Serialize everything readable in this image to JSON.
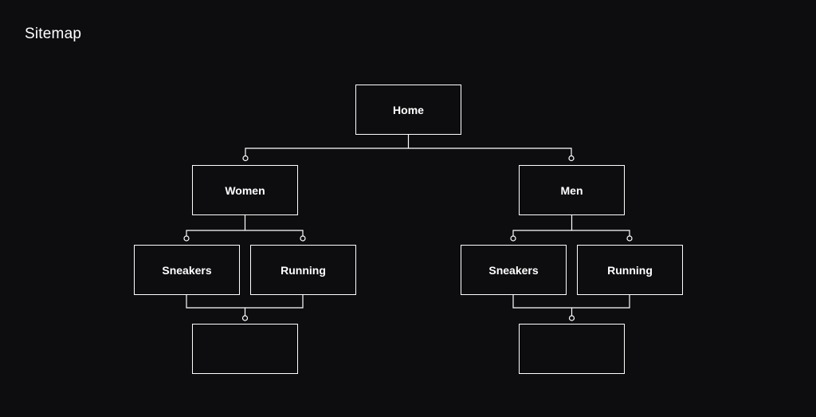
{
  "title": "Sitemap",
  "nodes": {
    "home": "Home",
    "women": "Women",
    "men": "Men",
    "women_sneakers": "Sneakers",
    "women_running": "Running",
    "men_sneakers": "Sneakers",
    "men_running": "Running",
    "women_placeholder": "",
    "men_placeholder": ""
  },
  "colors": {
    "background": "#0d0d10",
    "stroke": "#ffffff"
  }
}
